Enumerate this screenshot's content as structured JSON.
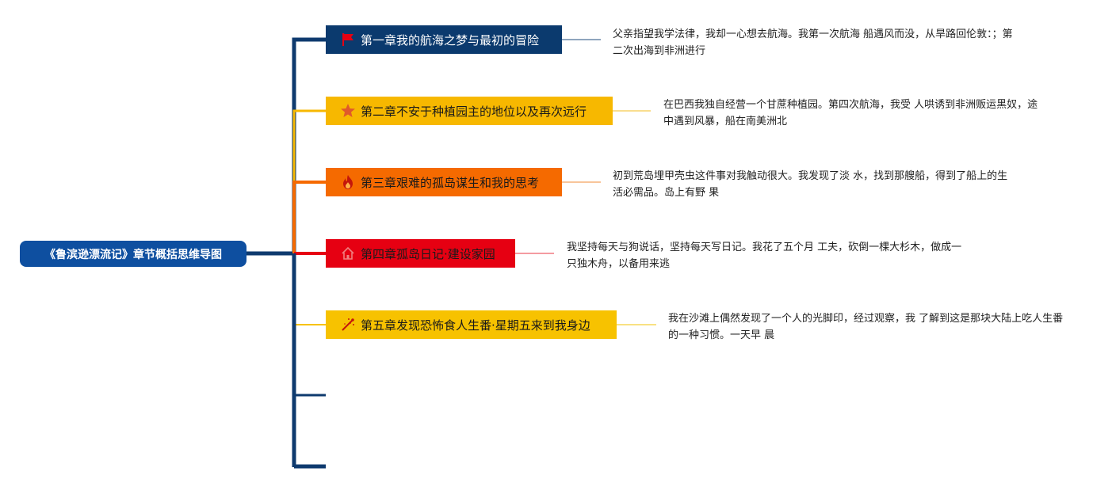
{
  "root": {
    "title": "《鲁滨逊漂流记》章节概括思维导图"
  },
  "chapters": [
    {
      "title": "第一章我的航海之梦与最初的冒险",
      "icon": "flag-icon",
      "color": "#0b3a6e",
      "text_color": "#ffffff",
      "detail": "父亲指望我学法律，我却一心想去航海。我第一次航海 船遇风而没，从旱路回伦敦：；第二次出海到非洲进行"
    },
    {
      "title": "第二章不安于种植园主的地位以及再次远行",
      "icon": "star-icon",
      "color": "#f7b800",
      "text_color": "#1a1a1a",
      "detail": "在巴西我独自经营一个甘蔗种植园。第四次航海，我受 人哄诱到非洲贩运黑奴，途中遇到风暴，船在南美洲北"
    },
    {
      "title": "第三章艰难的孤岛谋生和我的思考",
      "icon": "fire-icon",
      "color": "#f56a00",
      "text_color": "#1a1a1a",
      "detail": "初到荒岛埋甲壳虫这件事对我触动很大。我发现了淡 水，找到那艘船，得到了船上的生活必需品。岛上有野 果"
    },
    {
      "title": "第四章孤岛日记·建设家园",
      "icon": "home-icon",
      "color": "#e60012",
      "text_color": "#1a1a1a",
      "detail": "我坚持每天与狗说话，坚持每天写日记。我花了五个月 工夫，砍倒一棵大杉木，做成一只独木舟，以备用来逃"
    },
    {
      "title": "第五章发现恐怖食人生番·星期五来到我身边",
      "icon": "sparkle-icon",
      "color": "#f7c200",
      "text_color": "#1a1a1a",
      "detail": "我在沙滩上偶然发现了一个人的光脚印，经过观察，我 了解到这是那块大陆上吃人生番的一种习惯。一天早 晨"
    }
  ],
  "colors": {
    "trunk": "#0e3a6e",
    "root_bg": "#0e4fa0"
  }
}
